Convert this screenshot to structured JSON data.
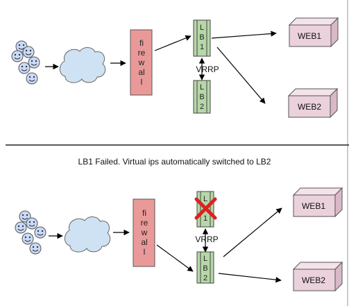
{
  "caption": "LB1 Failed. Virtual ips automatically switched to LB2",
  "colors": {
    "firewall_fill": "#ea9999",
    "lb_fill": "#b6d7a8",
    "web_fill": "#ead1dc",
    "user_fill": "#c9daf8",
    "cloud_fill": "#cfe2f3",
    "fail_mark": "#e02020"
  },
  "icons": [
    "user-face-icon",
    "cloud-icon",
    "fail-cross-icon"
  ],
  "scenarios": [
    {
      "firewall_chars": [
        "fi",
        "re",
        "w",
        "al",
        "l"
      ],
      "lb1_chars": [
        "L",
        "B",
        "1"
      ],
      "lb2_chars": [
        "L",
        "B",
        "2"
      ],
      "vrrp": "VRRP",
      "web1": "WEB1",
      "web2": "WEB2",
      "lb1_failed": false
    },
    {
      "firewall_chars": [
        "fi",
        "re",
        "w",
        "al",
        "l"
      ],
      "lb1_chars": [
        "L",
        "",
        "1"
      ],
      "lb2_chars": [
        "L",
        "B",
        "2"
      ],
      "vrrp": "VRRP",
      "web1": "WEB1",
      "web2": "WEB2",
      "lb1_failed": true
    }
  ]
}
